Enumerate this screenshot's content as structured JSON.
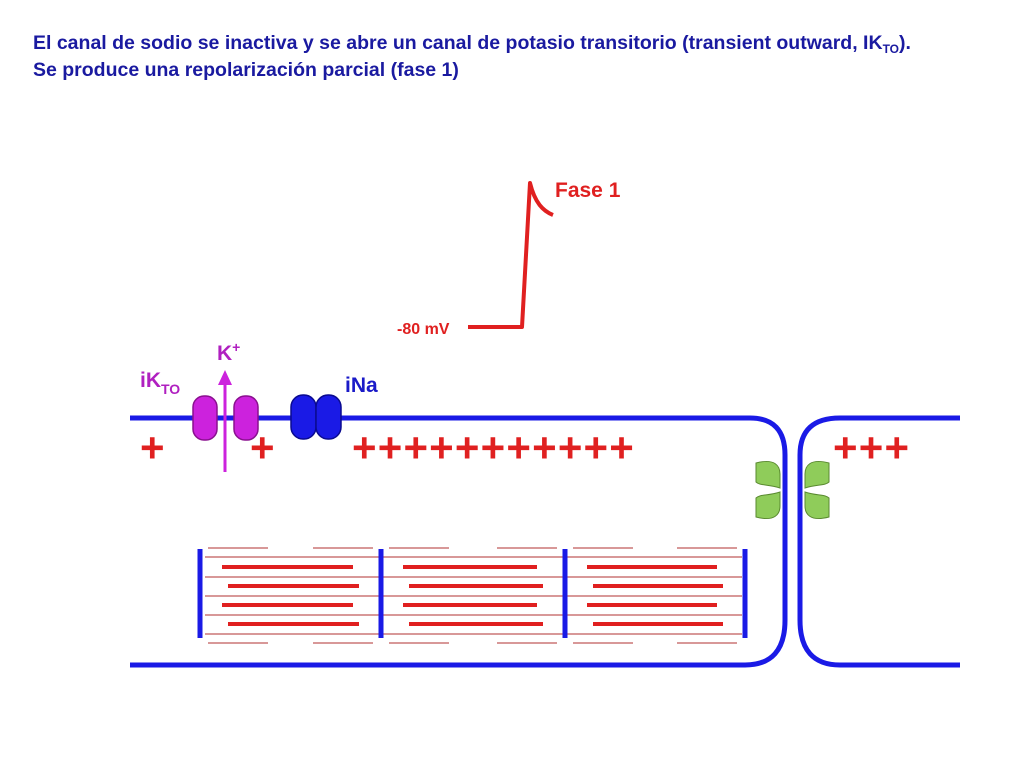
{
  "caption": {
    "part1": "El canal de sodio se inactiva y se abre un canal de potasio transitorio (transient outward, IK",
    "part1_sub": "TO",
    "part2": "). Se produce una repolarización parcial (fase 1)"
  },
  "action_potential": {
    "phase_label": "Fase 1",
    "resting_label": "-80 mV"
  },
  "channels": {
    "potassium": {
      "ion": "K",
      "ion_sup": "+",
      "current": "iK",
      "current_sub": "TO"
    },
    "sodium": {
      "current": "iNa"
    }
  },
  "charges": {
    "left_1": "+",
    "left_2": "+",
    "middle": "+++++++++++",
    "right": "+++"
  },
  "colors": {
    "caption": "#1a1aa0",
    "membrane": "#1a1ae6",
    "ap_trace": "#e02020",
    "plus": "#e02020",
    "k_channel": "#cc22dd",
    "k_label": "#b020c0",
    "na_channel": "#1a1ae6",
    "na_label": "#1a1ac8",
    "gap_junction": "#8fcc5a",
    "myofilament": "#e02020",
    "thin_filament": "#b03030"
  }
}
